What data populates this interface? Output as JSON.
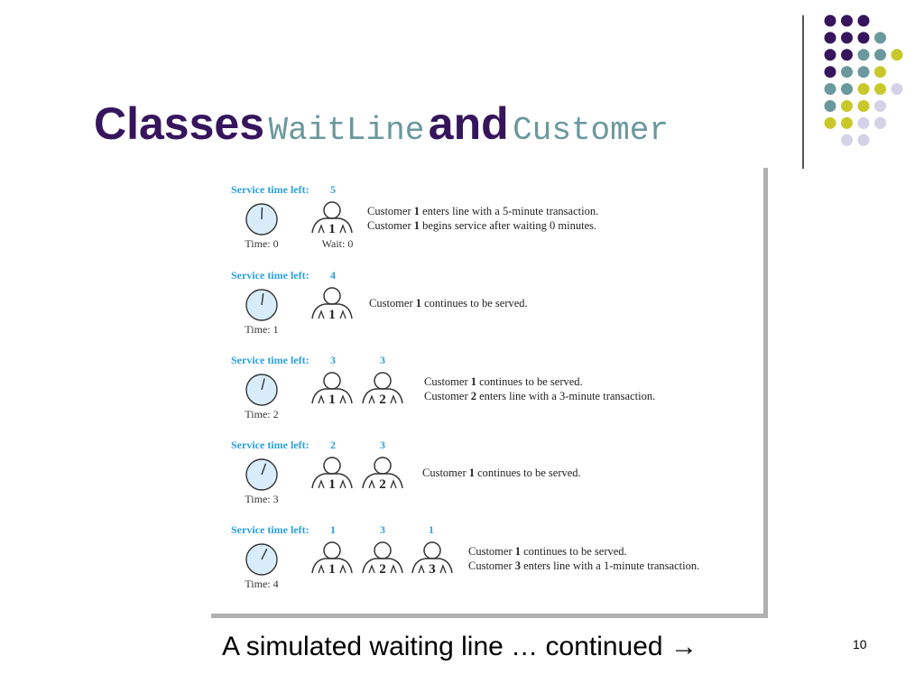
{
  "title": {
    "part1": "Classes",
    "part2": "WaitLine",
    "part3": "and",
    "part4": "Customer"
  },
  "colors": {
    "purple": "#36155d",
    "teal": "#6a989c",
    "olive": "#c9c82a",
    "lavender": "#d3d2e6",
    "service_blue": "#2aa0dc",
    "clock_fill": "#d8ecfa"
  },
  "figure": {
    "service_label": "Service time left:",
    "rows": [
      {
        "service": [
          "5"
        ],
        "time": "Time: 0",
        "clock_minutes": 0,
        "wait": "Wait: 0",
        "customers": [
          "1"
        ],
        "desc": [
          [
            {
              "t": "Customer "
            },
            {
              "t": "1",
              "b": true
            },
            {
              "t": " enters line with a 5-minute transaction."
            }
          ],
          [
            {
              "t": "Customer "
            },
            {
              "t": "1",
              "b": true
            },
            {
              "t": " begins service after waiting 0 minutes."
            }
          ]
        ]
      },
      {
        "service": [
          "4"
        ],
        "time": "Time: 1",
        "clock_minutes": 1,
        "customers": [
          "1"
        ],
        "desc": [
          [
            {
              "t": "Customer "
            },
            {
              "t": "1",
              "b": true
            },
            {
              "t": " continues to be served."
            }
          ]
        ]
      },
      {
        "service": [
          "3",
          "3"
        ],
        "time": "Time: 2",
        "clock_minutes": 2,
        "customers": [
          "1",
          "2"
        ],
        "desc": [
          [
            {
              "t": "Customer "
            },
            {
              "t": "1",
              "b": true
            },
            {
              "t": " continues to be served."
            }
          ],
          [
            {
              "t": "Customer "
            },
            {
              "t": "2",
              "b": true
            },
            {
              "t": " enters line with a 3-minute transaction."
            }
          ]
        ]
      },
      {
        "service": [
          "2",
          "3"
        ],
        "time": "Time: 3",
        "clock_minutes": 3,
        "customers": [
          "1",
          "2"
        ],
        "desc": [
          [
            {
              "t": "Customer "
            },
            {
              "t": "1",
              "b": true
            },
            {
              "t": " continues to be served."
            }
          ]
        ]
      },
      {
        "service": [
          "1",
          "3",
          "1"
        ],
        "time": "Time: 4",
        "clock_minutes": 4,
        "customers": [
          "1",
          "2",
          "3"
        ],
        "desc": [
          [
            {
              "t": "Customer "
            },
            {
              "t": "1",
              "b": true
            },
            {
              "t": " continues to be served."
            }
          ],
          [
            {
              "t": "Customer "
            },
            {
              "t": "3",
              "b": true
            },
            {
              "t": " enters line with a 1-minute transaction."
            }
          ]
        ]
      }
    ]
  },
  "caption": "A simulated waiting line … continued →",
  "slide_number": "10"
}
